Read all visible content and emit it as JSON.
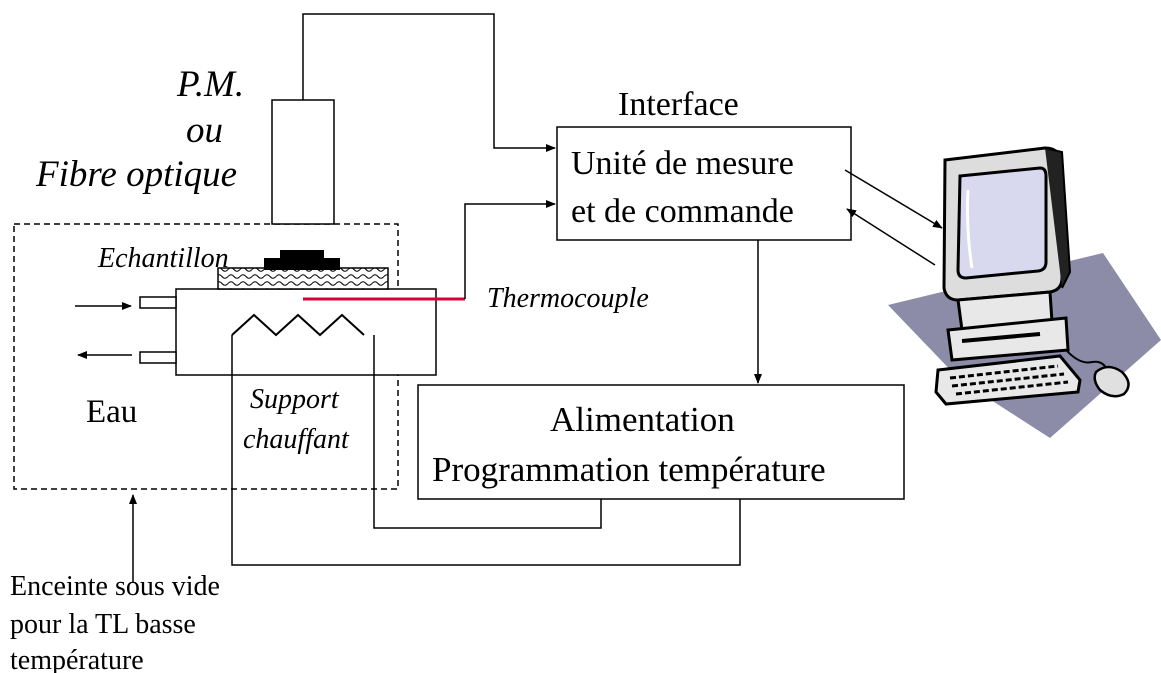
{
  "diagram": {
    "pm_label": {
      "line1": "P.M.",
      "line2": "ou",
      "line3": "Fibre optique"
    },
    "interface_label": "Interface",
    "measure_unit": {
      "line1": "Unité de mesure",
      "line2": "et de commande"
    },
    "power_supply": {
      "line1": "Alimentation",
      "line2": "Programmation température"
    },
    "sample_label": "Echantillon",
    "thermocouple_label": "Thermocouple",
    "water_label": "Eau",
    "heater_label": {
      "line1": "Support",
      "line2": "chauffant"
    },
    "chamber_label": {
      "line1": "Enceinte sous vide",
      "line2": "pour la TL basse",
      "line3": "température"
    },
    "colors": {
      "thermocouple": "#d6003a",
      "line": "#000000",
      "computer_shadow": "#8c8ca8",
      "screen": "#d8d8ee"
    }
  }
}
